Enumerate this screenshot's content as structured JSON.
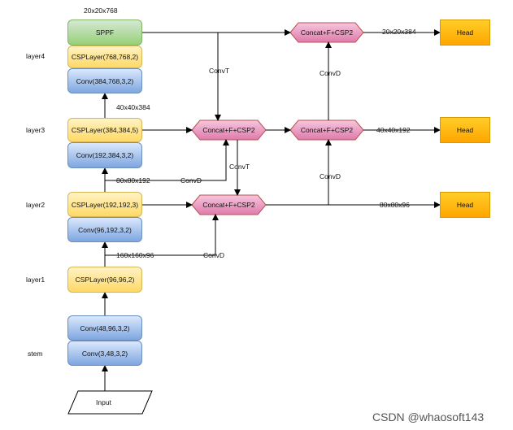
{
  "diagram": {
    "layers": {
      "layer4": "layer4",
      "layer3": "layer3",
      "layer2": "layer2",
      "layer1": "layer1",
      "stem": "stem"
    },
    "blocks": {
      "sppf": "SPPF",
      "csp4": "CSPLayer(768,768,2)",
      "conv4": "Conv(384,768,3,2)",
      "csp3": "CSPLayer(384,384,5)",
      "conv3": "Conv(192,384,3,2)",
      "csp2": "CSPLayer(192,192,3)",
      "conv2": "Conv(96,192,3,2)",
      "csp1": "CSPLayer(96,96,2)",
      "conv_stem2": "Conv(48,96,3,2)",
      "conv_stem1": "Conv(3,48,3,2)",
      "input": "Input"
    },
    "fusion": {
      "top": "Concat+F+CSP2",
      "mid_left": "Concat+F+CSP2",
      "mid_right": "Concat+F+CSP2",
      "bottom": "Concat+F+CSP2"
    },
    "heads": {
      "top": "Head",
      "mid": "Head",
      "bottom": "Head"
    },
    "shapes": {
      "sppf_out": "20x20x768",
      "l4_out": "40x40x384",
      "l3_out": "80x80x192",
      "l2_out": "160x160x96",
      "head_top": "20x20x384",
      "head_mid": "40x40x192",
      "head_bottom": "80x80x96"
    },
    "edges": {
      "convT_top": "ConvT",
      "convT_mid": "ConvT",
      "convD_l3": "ConvD",
      "convD_l2": "ConvD",
      "convD_right_top": "ConvD",
      "convD_right_mid": "ConvD"
    },
    "watermark": "CSDN @whaosoft143",
    "colors": {
      "yellow": "#ffd966",
      "blue": "#7ea6e0",
      "green": "#97d077",
      "pink": "#e07aab",
      "orange": "#ffa500"
    }
  }
}
